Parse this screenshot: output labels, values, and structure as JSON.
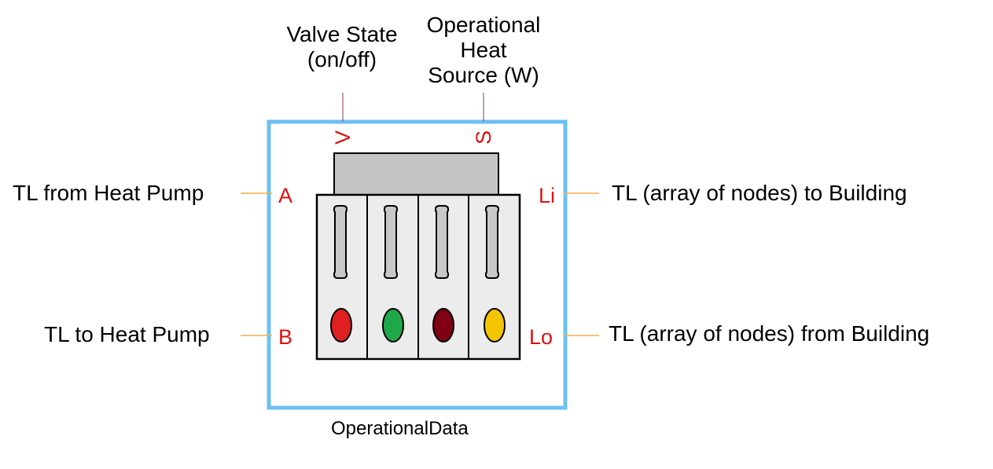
{
  "block": {
    "name": "OperationalData",
    "border_color": "#6cc0f4"
  },
  "top_labels": {
    "valve_state": "Valve State\n(on/off)",
    "heat_source": "Operational\nHeat\nSource (W)"
  },
  "side_labels": {
    "tl_from_heat_pump": "TL from Heat Pump",
    "tl_to_heat_pump": "TL to Heat Pump",
    "tl_to_building": "TL (array of nodes) to Building",
    "tl_from_building": "TL (array of nodes) from Building"
  },
  "ports": {
    "v": "V",
    "s": "S",
    "a": "A",
    "b": "B",
    "li": "Li",
    "lo": "Lo"
  },
  "colors": {
    "port_text": "#dd1111",
    "connector_orange": "#f2b04a",
    "connector_top": "#a05a6a",
    "led_red": "#e02020",
    "led_green": "#1fa84a",
    "led_darkred": "#800014",
    "led_yellow": "#f5c400"
  },
  "icon": {
    "name": "valve-module-icon"
  }
}
